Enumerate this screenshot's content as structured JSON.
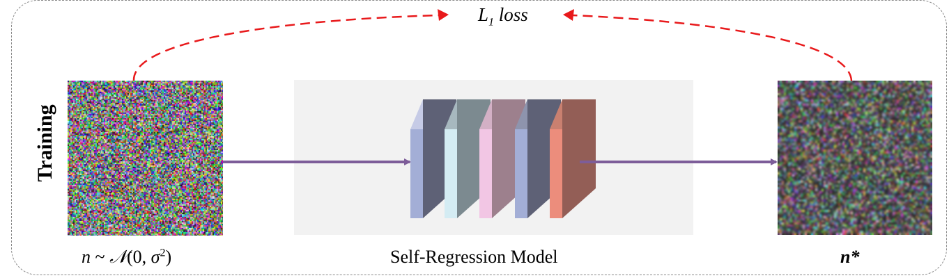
{
  "side_label": "Training",
  "loss_label_main": "L",
  "loss_label_sub": "1",
  "loss_label_tail": " loss",
  "input_caption_n": "n",
  "input_caption_tilde": " ~ ",
  "input_caption_dist": "𝒩",
  "input_caption_params_open": "(0, ",
  "input_caption_sigma": "σ",
  "input_caption_sq": "2",
  "input_caption_params_close": ")",
  "model_caption": "Self-Regression Model",
  "output_caption": "n*",
  "colors": {
    "arrow": "#7d5d99",
    "loss_arrow": "#e8191b",
    "layer1": "#a3aed6",
    "layer2": "#d4ecf3",
    "layer3": "#f2c6e4",
    "layer4": "#a3aed6",
    "layer5": "#ec8d7c"
  }
}
